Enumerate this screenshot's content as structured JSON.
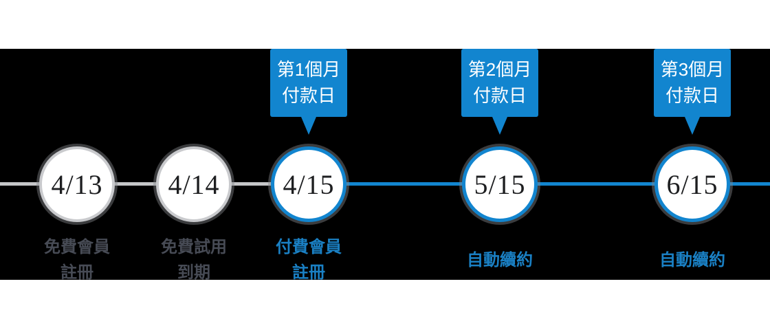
{
  "timeline": {
    "colors": {
      "accent_blue": "#1285cf",
      "band_black": "#000000",
      "track_gray": "#c5c6c8",
      "circle_border_gray": "#c9cacd",
      "muted_text_gray": "#474b55",
      "label_blue": "#1a80c4",
      "date_text": "#1d1e20"
    },
    "nodes": [
      {
        "date": "4/13",
        "label_line1": "免費會員",
        "label_line2": "註冊"
      },
      {
        "date": "4/14",
        "label_line1": "免費試用",
        "label_line2": "到期"
      },
      {
        "date": "4/15",
        "label_line1": "付費會員",
        "label_line2": "註冊",
        "callout_line1": "第1個月",
        "callout_line2": "付款日"
      },
      {
        "date": "5/15",
        "label_line1": "自動續約",
        "label_line2": "",
        "callout_line1": "第2個月",
        "callout_line2": "付款日"
      },
      {
        "date": "6/15",
        "label_line1": "自動續約",
        "label_line2": "",
        "callout_line1": "第3個月",
        "callout_line2": "付款日"
      }
    ]
  }
}
